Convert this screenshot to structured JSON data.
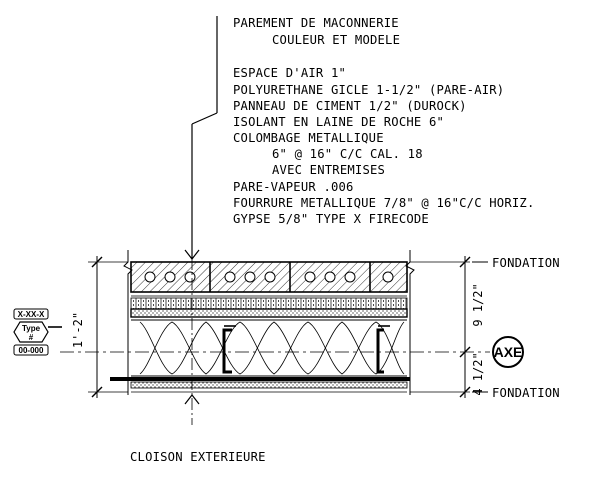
{
  "notes": [
    "PAREMENT DE MACONNERIE",
    "COULEUR ET MODELE",
    "ESPACE D'AIR 1\"",
    "POLYURETHANE GICLE 1-1/2\" (PARE-AIR)",
    "PANNEAU DE CIMENT 1/2\" (DUROCK)",
    "ISOLANT EN LAINE DE ROCHE 6\"",
    "COLOMBAGE METALLIQUE",
    "6\" @ 16\" C/C  CAL. 18",
    "AVEC ENTREMISES",
    "PARE-VAPEUR .006",
    "FOURRURE METALLIQUE 7/8\" @ 16\"C/C HORIZ.",
    "GYPSE 5/8\" TYPE X FIRECODE"
  ],
  "dimensions": {
    "overall": "1'-2\"",
    "upper": "9 1/2\"",
    "lower": "4 1/2\""
  },
  "labels": {
    "fondation_top": "FONDATION",
    "fondation_bottom": "FONDATION",
    "axe": "AXE",
    "caption": "CLOISON EXTERIEURE"
  },
  "wall_tag": {
    "top": "X-XX-X",
    "type_line1": "Type",
    "type_line2": "#",
    "bottom": "00-000"
  }
}
